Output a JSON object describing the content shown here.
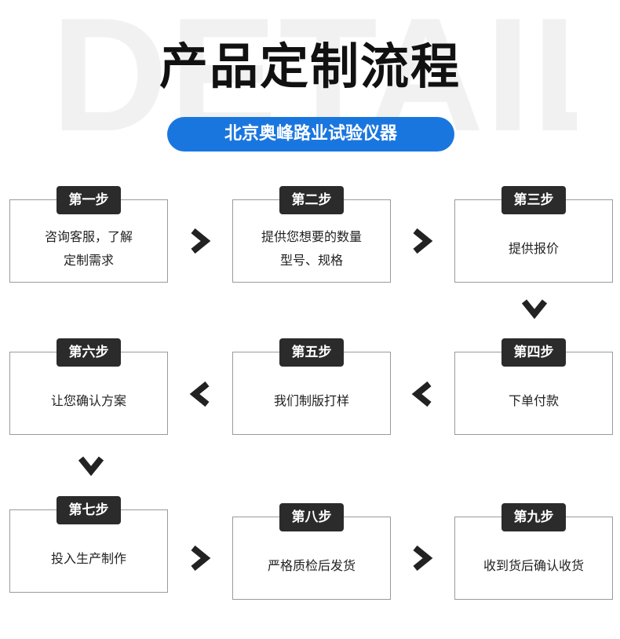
{
  "watermark": "DETAIL",
  "title": "产品定制流程",
  "subtitle": "北京奥峰路业试验仪器",
  "steps": [
    {
      "label": "第一步",
      "text": "咨询客服，了解\n定制需求"
    },
    {
      "label": "第二步",
      "text": "提供您想要的数量\n型号、规格"
    },
    {
      "label": "第三步",
      "text": "提供报价"
    },
    {
      "label": "第四步",
      "text": "下单付款"
    },
    {
      "label": "第五步",
      "text": "我们制版打样"
    },
    {
      "label": "第六步",
      "text": "让您确认方案"
    },
    {
      "label": "第七步",
      "text": "投入生产制作"
    },
    {
      "label": "第八步",
      "text": "严格质检后发货"
    },
    {
      "label": "第九步",
      "text": "收到货后确认收货"
    }
  ],
  "colors": {
    "accent": "#1a76df",
    "label_bg": "#2b2b2b",
    "arrow": "#222222",
    "border": "#9a9a9a"
  },
  "arrow_icons": {
    "right": "chevron-right-icon",
    "left": "chevron-left-icon",
    "down": "chevron-down-icon"
  }
}
